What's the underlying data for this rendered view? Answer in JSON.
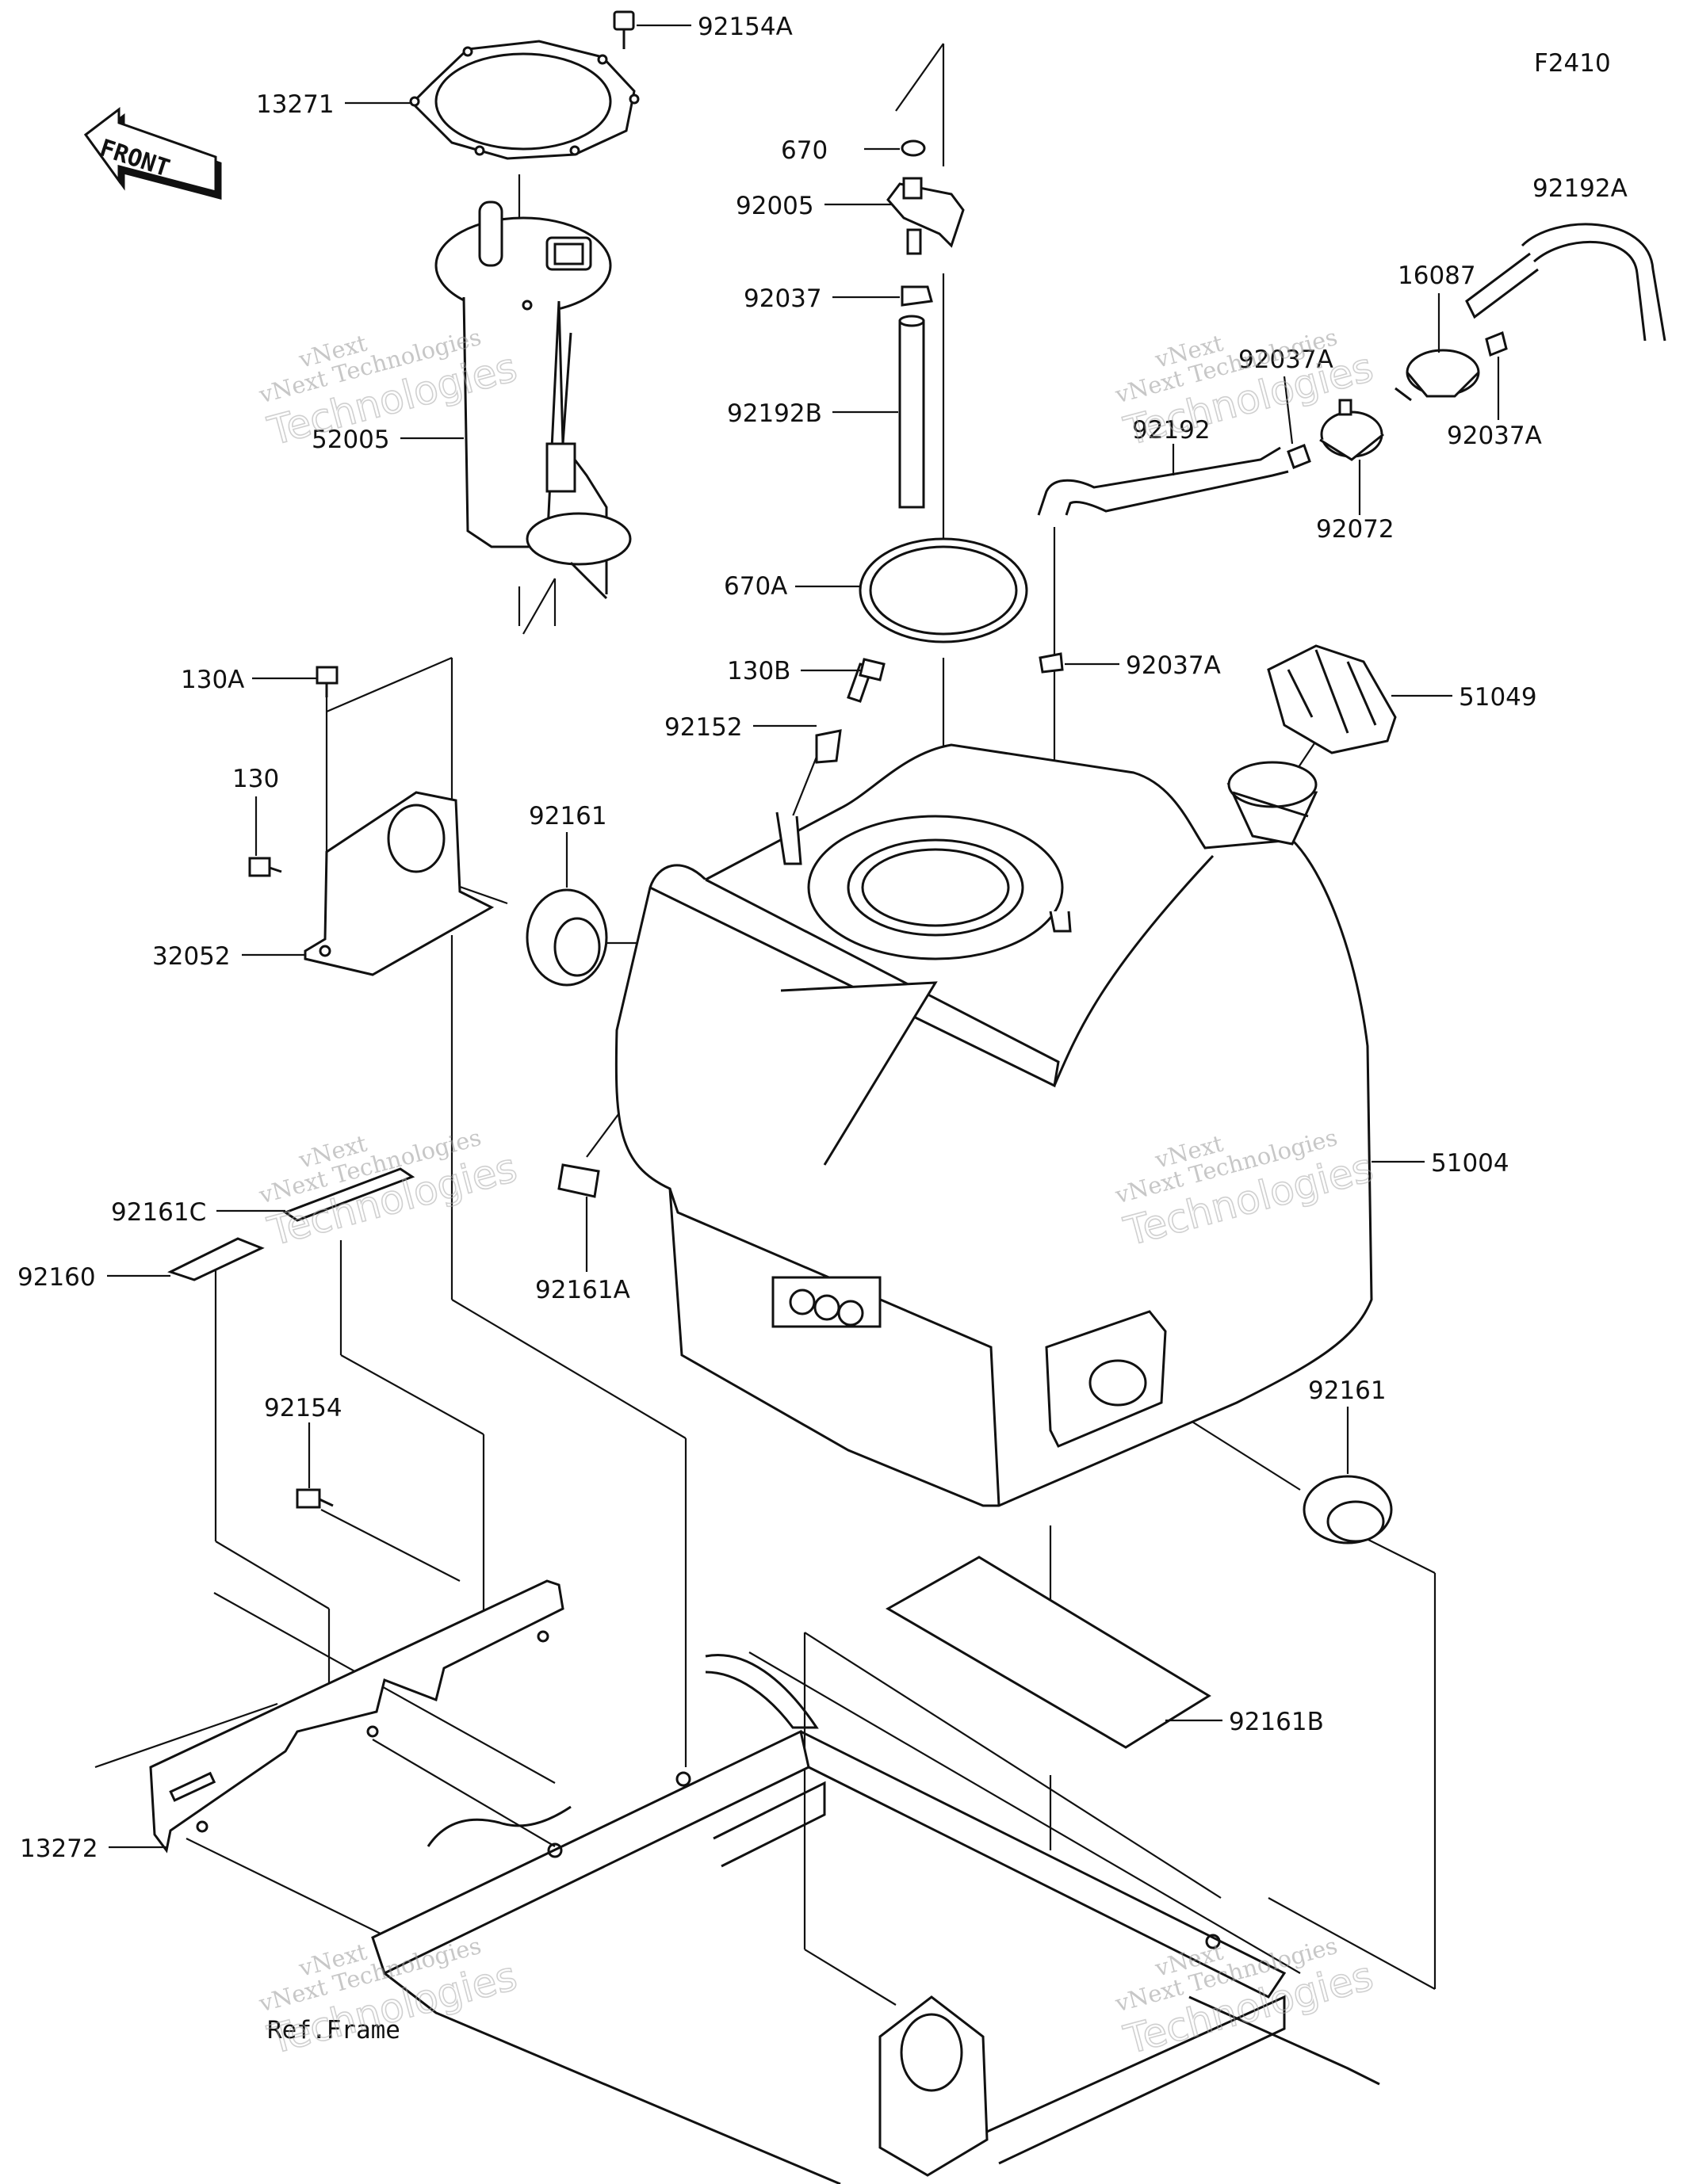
{
  "figure_id": "F2410",
  "front_label": "FRONT",
  "ref_label": "Ref.Frame",
  "watermark": {
    "line1": "vNext Technologies",
    "line2": "vNext",
    "line3": "Technologies"
  },
  "parts": [
    {
      "id": "p-92154A",
      "label": "92154A"
    },
    {
      "id": "p-13271",
      "label": "13271"
    },
    {
      "id": "p-670",
      "label": "670"
    },
    {
      "id": "p-92005",
      "label": "92005"
    },
    {
      "id": "p-92037",
      "label": "92037"
    },
    {
      "id": "p-92192B",
      "label": "92192B"
    },
    {
      "id": "p-670A",
      "label": "670A"
    },
    {
      "id": "p-52005",
      "label": "52005"
    },
    {
      "id": "p-92192A",
      "label": "92192A"
    },
    {
      "id": "p-16087",
      "label": "16087"
    },
    {
      "id": "p-92037A-a",
      "label": "92037A"
    },
    {
      "id": "p-92037A-b",
      "label": "92037A"
    },
    {
      "id": "p-92192",
      "label": "92192"
    },
    {
      "id": "p-92072",
      "label": "92072"
    },
    {
      "id": "p-92037A-c",
      "label": "92037A"
    },
    {
      "id": "p-51049",
      "label": "51049"
    },
    {
      "id": "p-130A",
      "label": "130A"
    },
    {
      "id": "p-130B",
      "label": "130B"
    },
    {
      "id": "p-92152",
      "label": "92152"
    },
    {
      "id": "p-130",
      "label": "130"
    },
    {
      "id": "p-92161-a",
      "label": "92161"
    },
    {
      "id": "p-32052",
      "label": "32052"
    },
    {
      "id": "p-51004",
      "label": "51004"
    },
    {
      "id": "p-92161C",
      "label": "92161C"
    },
    {
      "id": "p-92160",
      "label": "92160"
    },
    {
      "id": "p-92161A",
      "label": "92161A"
    },
    {
      "id": "p-92161-b",
      "label": "92161"
    },
    {
      "id": "p-92154",
      "label": "92154"
    },
    {
      "id": "p-92161B",
      "label": "92161B"
    },
    {
      "id": "p-13272",
      "label": "13272"
    }
  ]
}
